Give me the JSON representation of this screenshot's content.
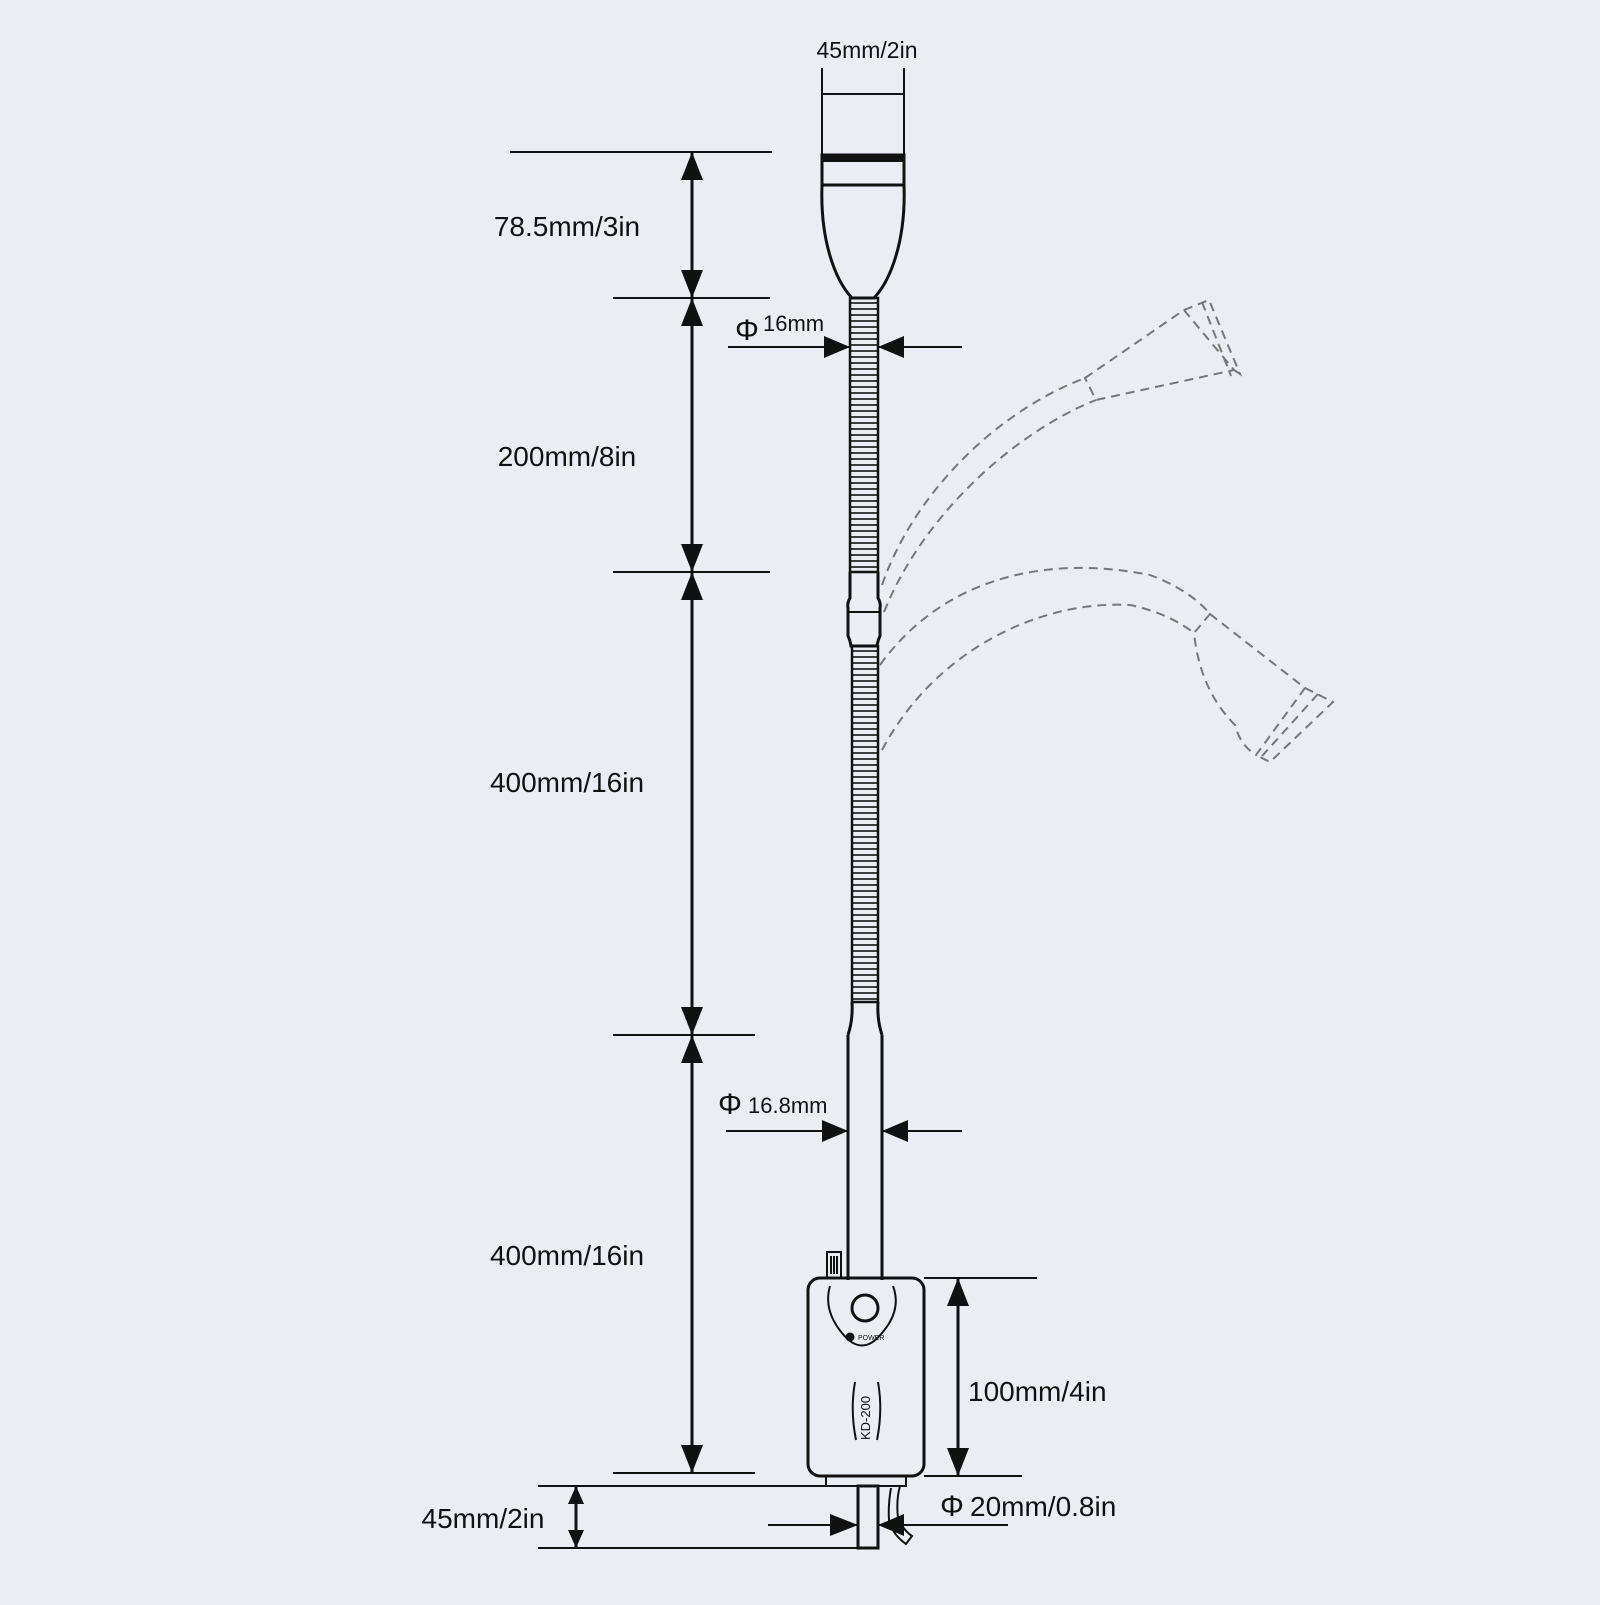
{
  "dimensions": {
    "head_width": "45mm/2in",
    "head_length": "78.5mm/3in",
    "hose_diameter": "16mm",
    "upper_hose_length": "200mm/8in",
    "middle_hose_length": "400mm/16in",
    "tube_diameter": "16.8mm",
    "lower_tube_length": "400mm/16in",
    "base_height": "100mm/4in",
    "stem_length": "45mm/2in",
    "stem_diameter": "20mm/0.8in"
  },
  "symbols": {
    "diameter": "Φ"
  },
  "base": {
    "model_label": "KD-200",
    "switch_label": "POWER"
  },
  "colors": {
    "background": "#ebedf5",
    "line": "#111111",
    "dashed_outline": "#777777"
  },
  "icons": [
    "power-button-icon"
  ]
}
